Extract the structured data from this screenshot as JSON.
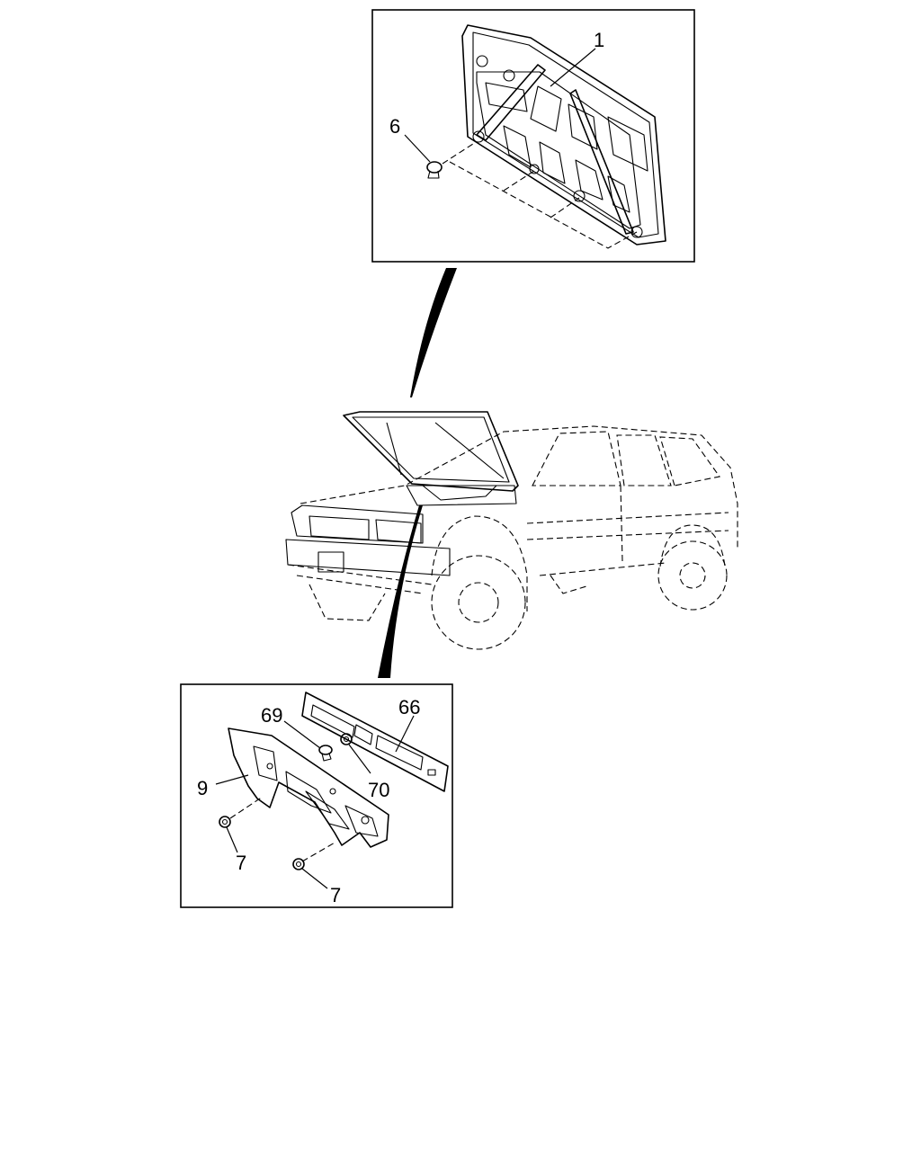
{
  "callouts": {
    "hood_insulator": "1",
    "clip_top": "6",
    "dash_panel": "9",
    "clip_bottom": "69",
    "grommet": "70",
    "seal": "66",
    "nut_left": "7",
    "nut_right": "7"
  }
}
